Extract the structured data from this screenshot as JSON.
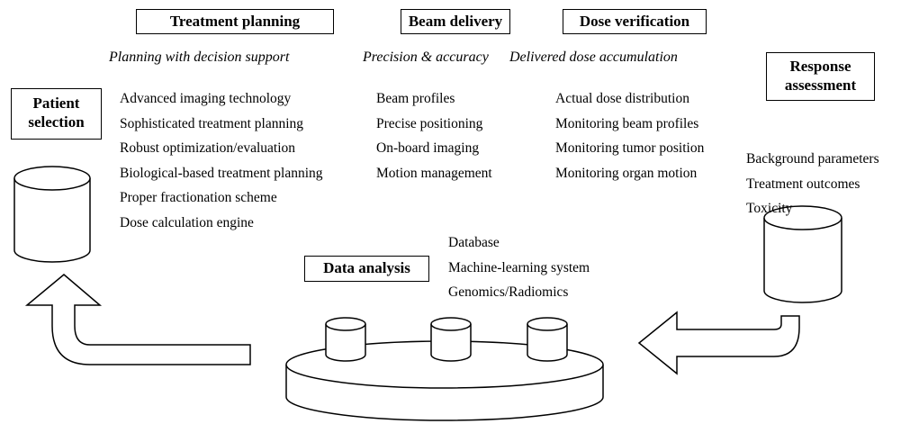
{
  "treatment_planning": {
    "title": "Treatment planning",
    "subtitle": "Planning with decision support",
    "items": [
      "Advanced imaging technology",
      "Sophisticated treatment planning",
      "Robust optimization/evaluation",
      "Biological-based treatment planning",
      "Proper fractionation scheme",
      "Dose calculation engine"
    ]
  },
  "beam_delivery": {
    "title": "Beam delivery",
    "subtitle": "Precision & accuracy",
    "items": [
      "Beam profiles",
      "Precise positioning",
      "On-board imaging",
      "Motion management"
    ]
  },
  "dose_verification": {
    "title": "Dose verification",
    "subtitle": "Delivered dose accumulation",
    "items": [
      "Actual dose distribution",
      "Monitoring beam profiles",
      "Monitoring tumor position",
      "Monitoring organ motion"
    ]
  },
  "response_assessment": {
    "title_line1": "Response",
    "title_line2": "assessment",
    "items": [
      "Background parameters",
      "Treatment outcomes",
      "Toxicity"
    ]
  },
  "patient_selection": {
    "title_line1": "Patient",
    "title_line2": "selection"
  },
  "data_analysis": {
    "title": "Data analysis",
    "items": [
      "Database",
      "Machine-learning system",
      "Genomics/Radiomics"
    ]
  }
}
